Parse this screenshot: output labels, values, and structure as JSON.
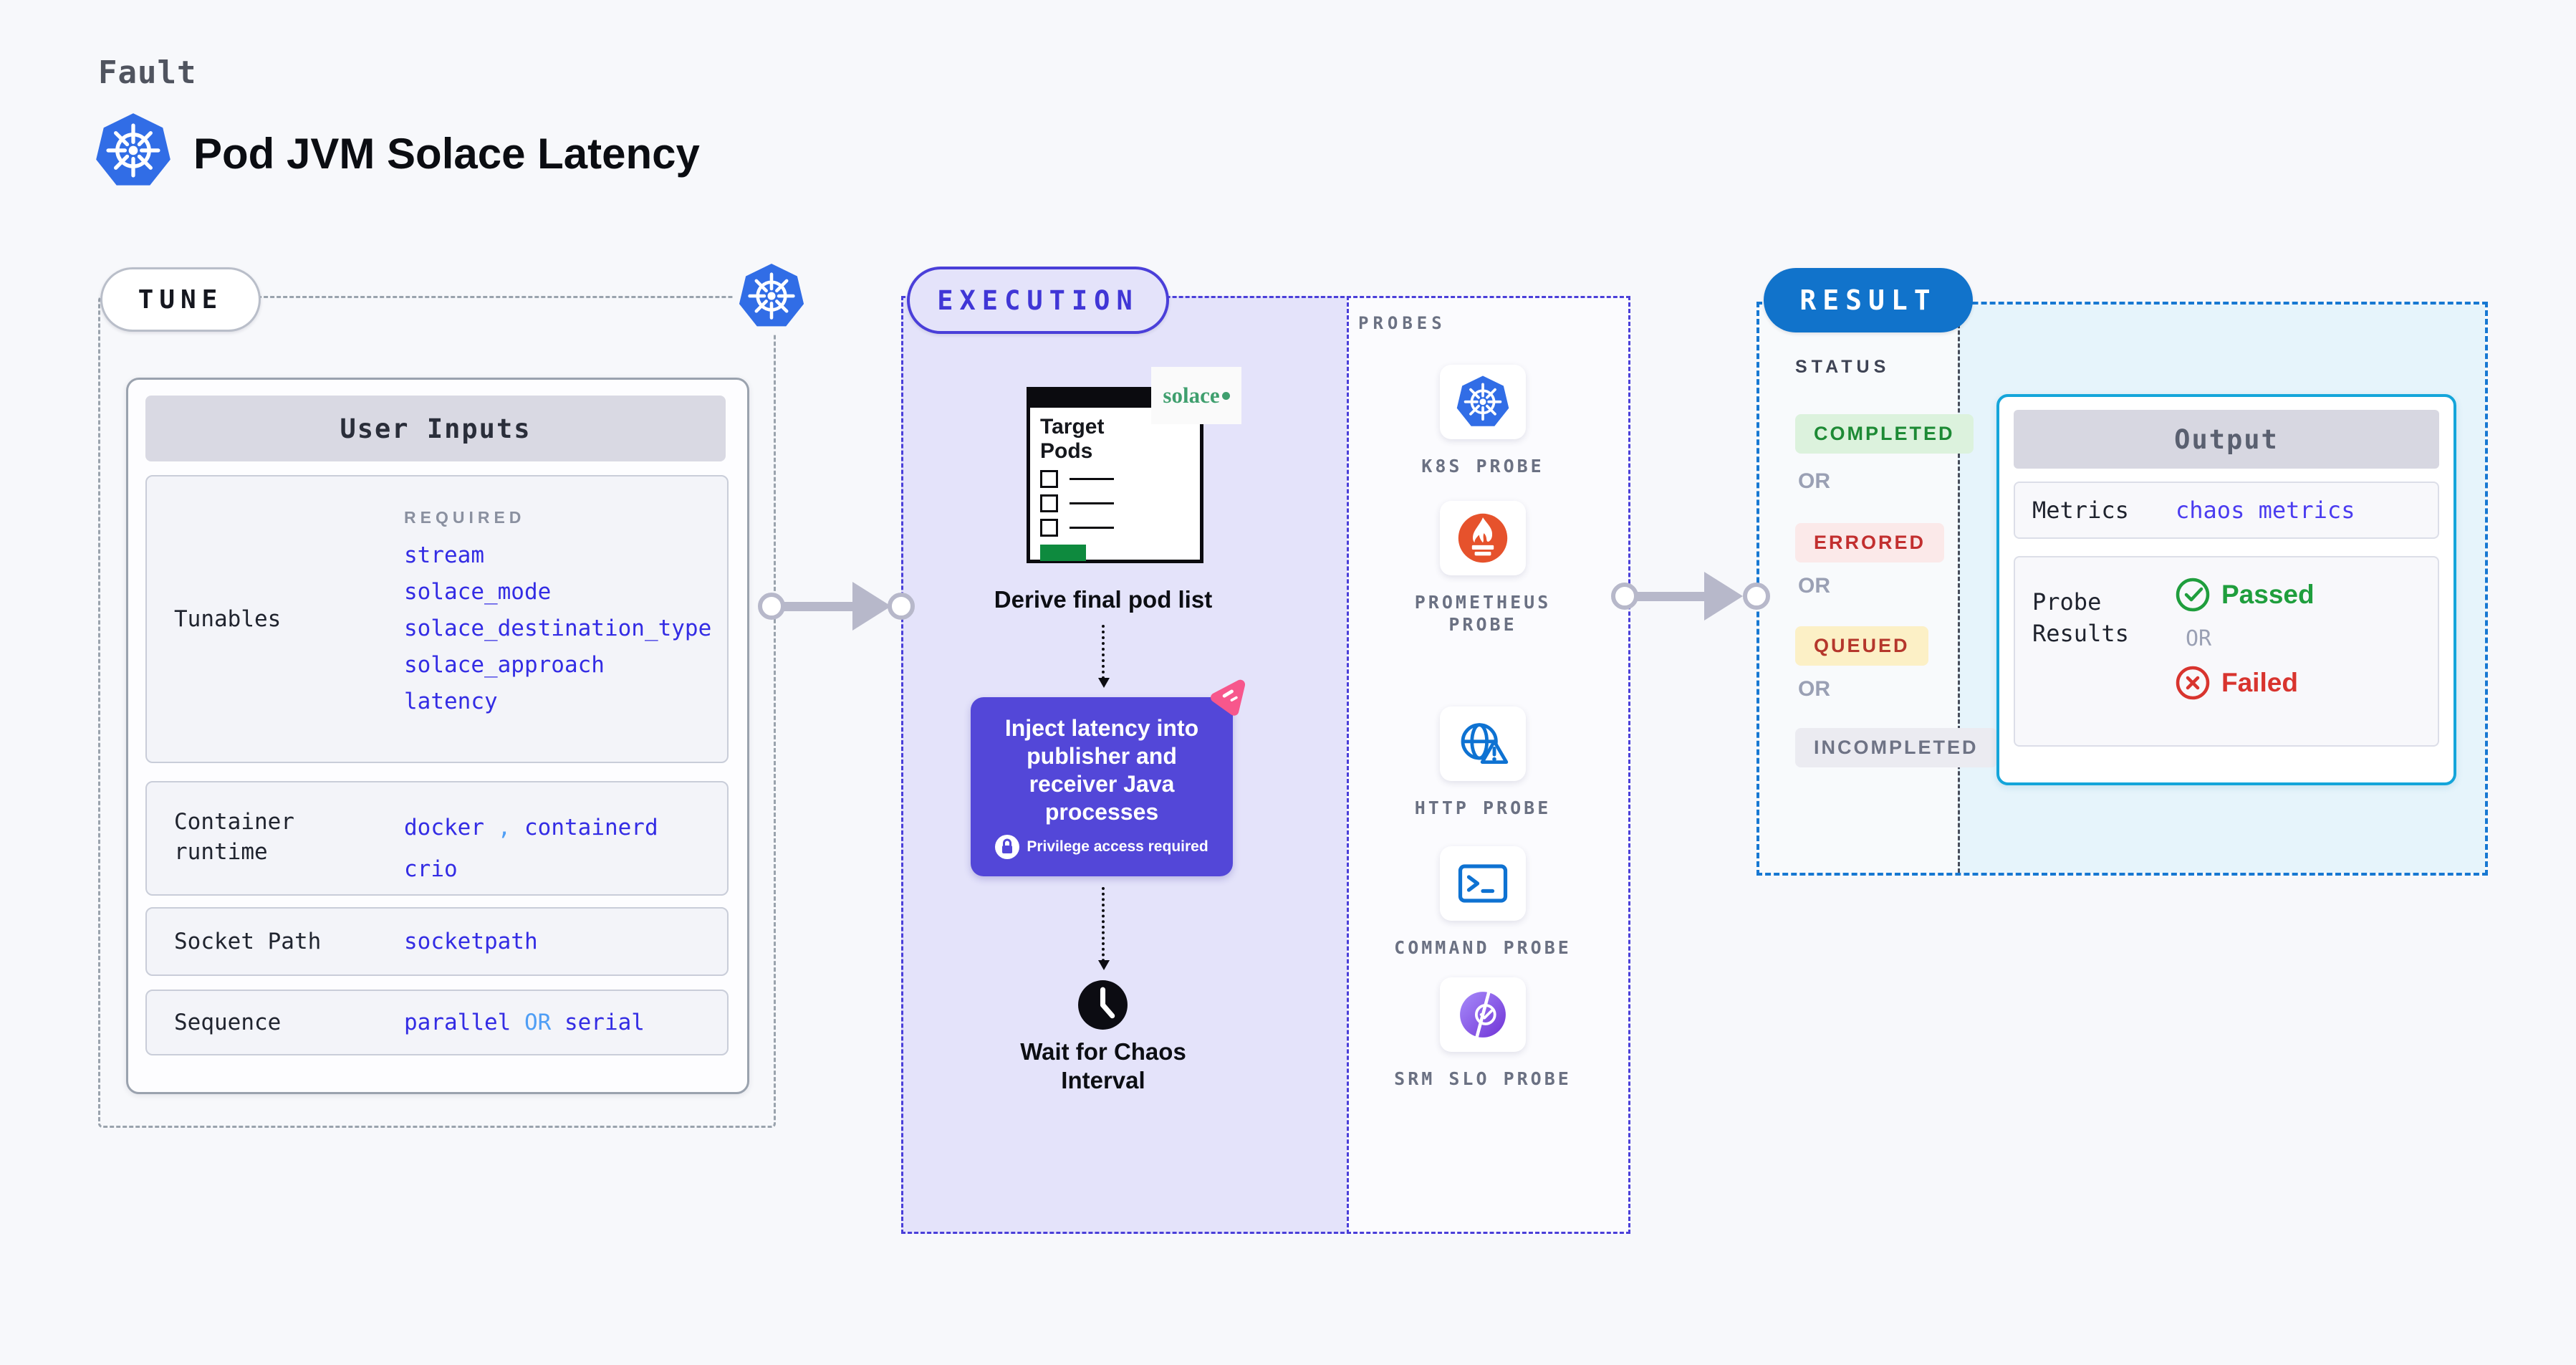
{
  "colors": {
    "page_bg": "#f7f8fb",
    "kubernetes_blue": "#316de6",
    "value_indigo": "#332ce4",
    "separator_blue": "#4f9ef5",
    "execution_lavender": "#e4e3fa",
    "execution_border": "#4a3fd9",
    "inject_purple": "#5347d8",
    "chaos_pink": "#f7578c",
    "result_border_blue": "#1778d2",
    "result_pill_blue": "#1173cb",
    "output_border_cyan": "#14a5da",
    "output_bg_cyan": "#e6f4fb",
    "arrow_gray": "#b7b8ca",
    "solace_green": "#3f9f6e",
    "prometheus_orange": "#e6522c"
  },
  "header": {
    "eyebrow": "Fault",
    "title": "Pod JVM Solace Latency"
  },
  "tune": {
    "pill": "TUNE",
    "table_header": "User Inputs",
    "required_label": "REQUIRED",
    "tunables": {
      "label": "Tunables",
      "values": [
        "stream",
        "solace_mode",
        "solace_destination_type",
        "solace_approach",
        "latency"
      ]
    },
    "container_runtime": {
      "label": "Container runtime",
      "values": [
        "docker",
        "containerd",
        "crio"
      ],
      "separator": ","
    },
    "socket_path": {
      "label": "Socket Path",
      "value": "socketpath"
    },
    "sequence": {
      "label": "Sequence",
      "first": "parallel",
      "or": "OR",
      "second": "serial"
    }
  },
  "execution": {
    "pill": "EXECUTION",
    "target_window_title": "Target Pods",
    "solace_logo_text": "solace",
    "derive_caption": "Derive final pod list",
    "inject_text": "Inject latency into publisher and receiver Java processes",
    "privilege_badge": "Privilege access required",
    "wait_caption": "Wait for Chaos Interval"
  },
  "probes": {
    "label": "PROBES",
    "items": [
      {
        "label": "K8S PROBE",
        "icon": "kubernetes-icon"
      },
      {
        "label": "PROMETHEUS PROBE",
        "icon": "prometheus-icon"
      },
      {
        "label": "HTTP PROBE",
        "icon": "http-globe-icon"
      },
      {
        "label": "COMMAND PROBE",
        "icon": "terminal-icon"
      },
      {
        "label": "SRM SLO PROBE",
        "icon": "srm-slo-icon"
      }
    ]
  },
  "result": {
    "pill": "RESULT",
    "status_label": "STATUS",
    "or_label": "OR",
    "statuses": [
      {
        "label": "COMPLETED",
        "fg": "#1d8a35",
        "bg": "#dcf2dd"
      },
      {
        "label": "ERRORED",
        "fg": "#c22f2f",
        "bg": "#fbe9e9"
      },
      {
        "label": "QUEUED",
        "fg": "#b5372c",
        "bg": "#fcf0c6"
      },
      {
        "label": "INCOMPLETED",
        "fg": "#6e7385",
        "bg": "#ebebf1"
      }
    ],
    "output": {
      "title": "Output",
      "metrics_label": "Metrics",
      "metrics_value": "chaos metrics",
      "probe_results_label": "Probe Results",
      "passed": "Passed",
      "or": "OR",
      "failed": "Failed"
    }
  }
}
